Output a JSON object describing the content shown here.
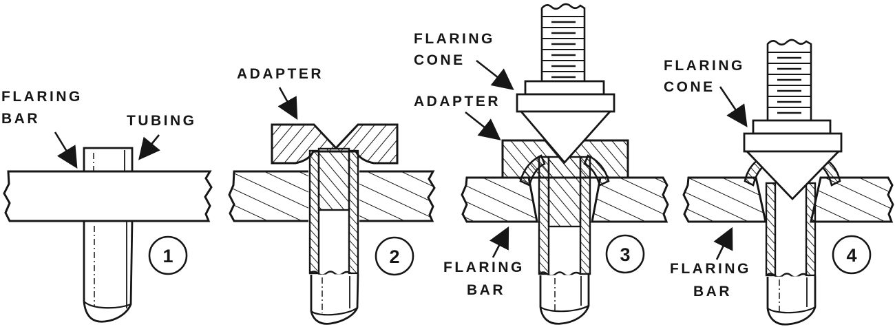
{
  "figure": {
    "type": "technical-diagram",
    "subject": "tube flaring procedure cross-sections",
    "ink_color": "#161616",
    "paper_color": "#ffffff"
  },
  "p1": {
    "step": "1",
    "label_flaring": "FLARING",
    "label_bar": "BAR",
    "label_tubing": "TUBING"
  },
  "p2": {
    "step": "2",
    "label_adapter": "ADAPTER"
  },
  "p3": {
    "step": "3",
    "label_flaring_cone_1": "FLARING",
    "label_flaring_cone_2": "CONE",
    "label_adapter": "ADAPTER",
    "label_flaring_bar_1": "FLARING",
    "label_flaring_bar_2": "BAR"
  },
  "p4": {
    "step": "4",
    "label_flaring_cone_1": "FLARING",
    "label_flaring_cone_2": "CONE",
    "label_flaring_bar_1": "FLARING",
    "label_flaring_bar_2": "BAR"
  }
}
